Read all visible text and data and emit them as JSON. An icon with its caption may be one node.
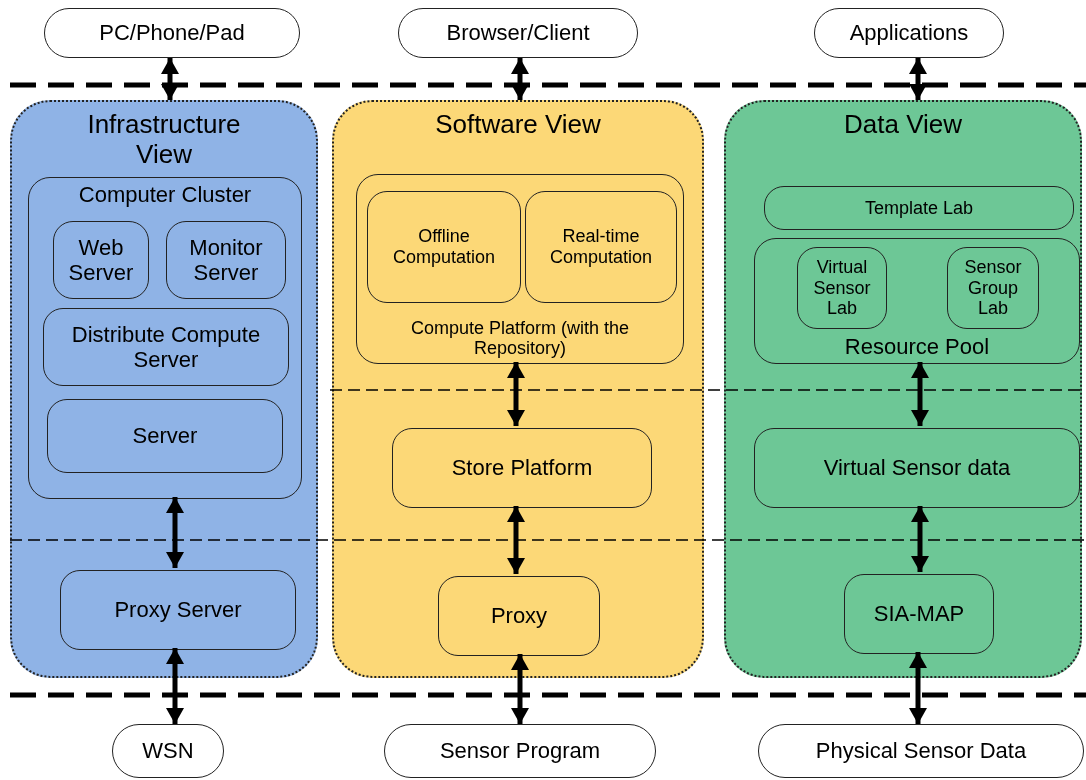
{
  "diagram": {
    "nodes": [
      {
        "text": [
          "PC/Phone/Pad"
        ]
      },
      {
        "text": [
          "Browser/Client"
        ]
      },
      {
        "text": [
          "Applications"
        ]
      },
      {
        "text": [
          "Infrastructure View"
        ]
      },
      {
        "text": [
          "Computer Cluster"
        ],
        "in": 3
      },
      {
        "text": [
          "Web Server"
        ],
        "in": 4
      },
      {
        "text": [
          "Monitor Server"
        ],
        "in": 4
      },
      {
        "text": [
          "Distribute Compute Server"
        ],
        "in": 4
      },
      {
        "text": [
          "Server"
        ],
        "in": 4
      },
      {
        "text": [
          "Proxy Server"
        ],
        "in": 3
      },
      {
        "text": [
          "Software View"
        ]
      },
      {
        "text": [
          "Compute Platform (with the Repository)"
        ],
        "in": 10
      },
      {
        "text": [
          "Offline Computation"
        ],
        "in": 11
      },
      {
        "text": [
          "Real-time Computation"
        ],
        "in": 11
      },
      {
        "text": [
          "Store Platform"
        ],
        "in": 10
      },
      {
        "text": [
          "Proxy"
        ],
        "in": 10
      },
      {
        "text": [
          "Data View"
        ]
      },
      {
        "text": [
          "Template Lab"
        ],
        "in": 16
      },
      {
        "text": [
          "Resource Pool"
        ],
        "in": 16
      },
      {
        "text": [
          "Virtual Sensor Lab"
        ],
        "in": 18
      },
      {
        "text": [
          "Sensor Group Lab"
        ],
        "in": 18
      },
      {
        "text": [
          "Virtual Sensor data"
        ],
        "in": 16
      },
      {
        "text": [
          "SIA-MAP"
        ],
        "in": 16
      },
      {
        "text": [
          "WSN"
        ]
      },
      {
        "text": [
          "Sensor Program"
        ]
      },
      {
        "text": [
          "Physical Sensor Data"
        ]
      }
    ],
    "edges": [
      {
        "from": 0,
        "to": 3,
        "arrow": "both"
      },
      {
        "from": 1,
        "to": 10,
        "arrow": "both"
      },
      {
        "from": 2,
        "to": 16,
        "arrow": "both"
      },
      {
        "from": 4,
        "to": 9,
        "arrow": "both"
      },
      {
        "from": 11,
        "to": 14,
        "arrow": "both"
      },
      {
        "from": 14,
        "to": 15,
        "arrow": "both"
      },
      {
        "from": 18,
        "to": 21,
        "arrow": "both"
      },
      {
        "from": 21,
        "to": 22,
        "arrow": "both"
      },
      {
        "from": 9,
        "to": 23,
        "arrow": "both"
      },
      {
        "from": 15,
        "to": 24,
        "arrow": "both"
      },
      {
        "from": 22,
        "to": 25,
        "arrow": "both"
      }
    ]
  }
}
